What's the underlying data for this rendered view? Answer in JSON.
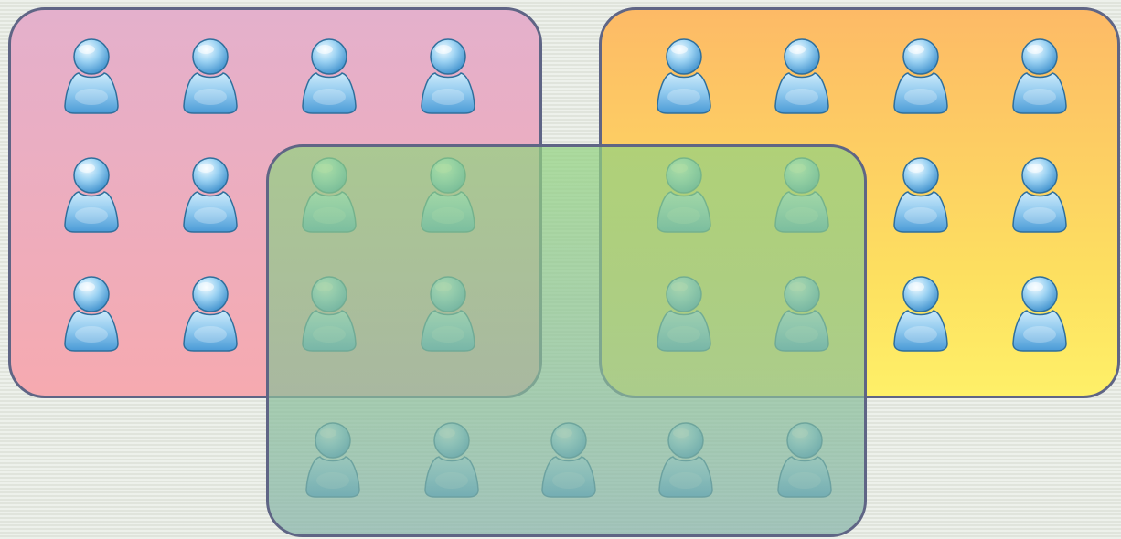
{
  "diagram": {
    "type": "overlapping-user-groups",
    "groups": [
      {
        "id": "pink",
        "color_top": "#e4b0cc",
        "color_bottom": "#f6aab0",
        "user_count": 12
      },
      {
        "id": "orange",
        "color_top": "#fdba66",
        "color_bottom": "#fef068",
        "user_count": 12
      },
      {
        "id": "green",
        "color_top": "#92d280",
        "color_bottom": "#84b2a8",
        "user_count": 13
      }
    ],
    "border_color": "#5f6585",
    "icon": "user-icon",
    "icon_color": "#6ab4e6",
    "total_users": 29
  }
}
